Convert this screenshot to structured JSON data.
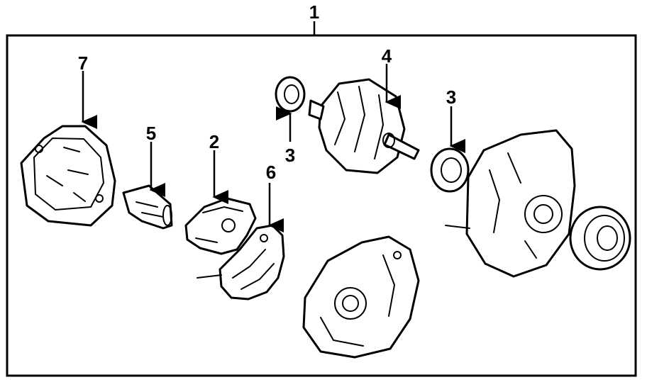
{
  "callouts": {
    "assembly": "1",
    "regulator": "2",
    "bearing_left": "3",
    "bearing_right": "3",
    "rotor": "4",
    "terminal": "5",
    "rectifier": "6",
    "rear_cover": "7"
  },
  "colors": {
    "line": "#000000",
    "background": "#ffffff"
  }
}
